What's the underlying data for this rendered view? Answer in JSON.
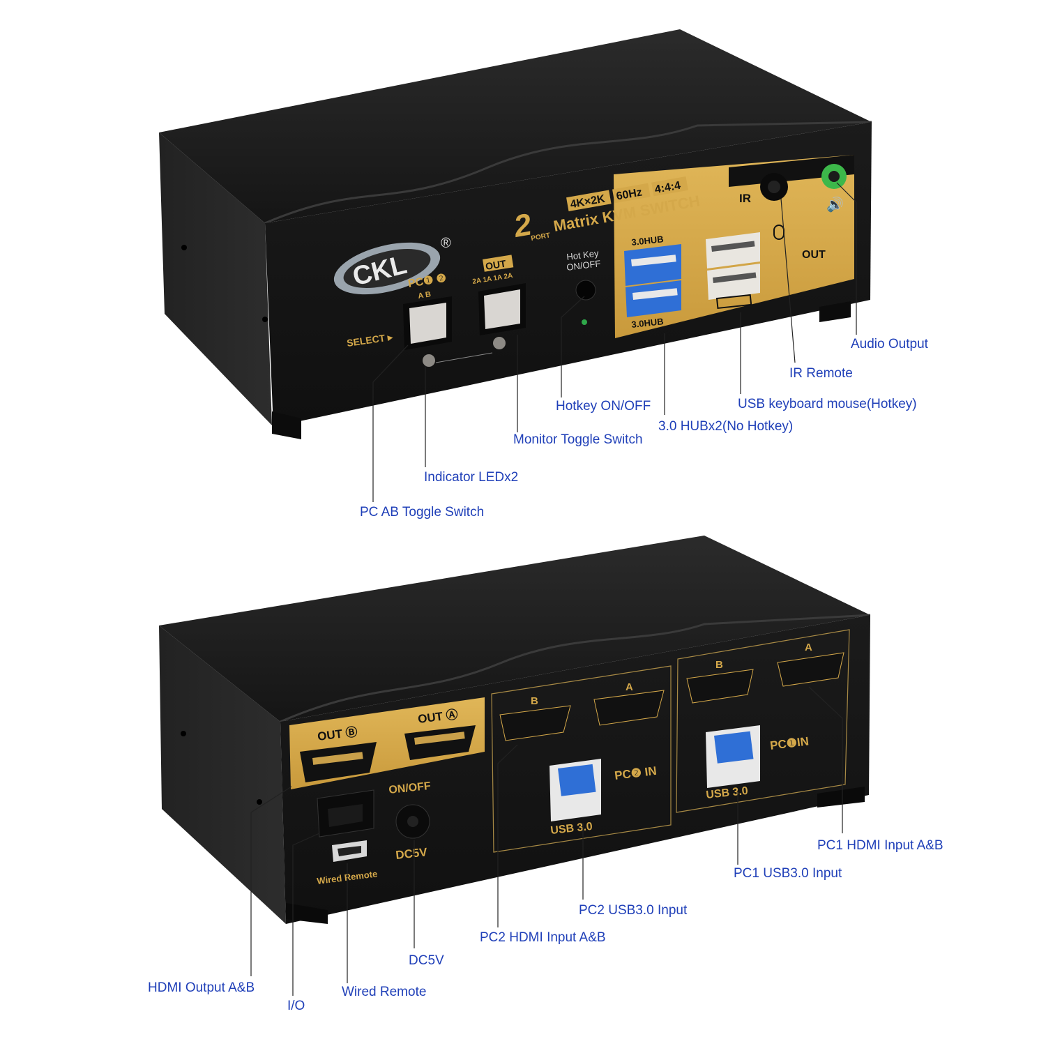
{
  "front": {
    "logo": "CKL",
    "logo_registered": "®",
    "brand_port": "2",
    "brand_port_sub": "PORT",
    "badge_res": "4K×2K",
    "badge_hz": "60Hz",
    "badge_chroma": "4:4:4",
    "product_name": "Matrix KVM SWITCH",
    "pc_label": "PC❶ ❷",
    "pc_ab": "A  B",
    "out_label": "OUT",
    "out_sub": "2A 1A  1A 2A",
    "select_label": "SELECT ▸",
    "hotkey_label_1": "Hot Key",
    "hotkey_label_2": "ON/OFF",
    "hub_top": "3.0HUB",
    "hub_bottom": "3.0HUB",
    "ir_label": "IR",
    "out_panel_label": "OUT",
    "callouts": {
      "audio_output": "Audio Output",
      "ir_remote": "IR Remote",
      "usb_kb_mouse": "USB keyboard mouse(Hotkey)",
      "hub_x2": "3.0 HUBx2(No Hotkey)",
      "hotkey": "Hotkey ON/OFF",
      "monitor_toggle": "Monitor Toggle Switch",
      "indicator": "Indicator LEDx2",
      "pc_ab_toggle": "PC AB Toggle Switch"
    }
  },
  "rear": {
    "out_b": "OUT Ⓑ",
    "out_a": "OUT Ⓐ",
    "on_off": "ON/OFF",
    "dc5v": "DC5V",
    "wired_remote": "Wired Remote",
    "pc2_in": "PC❷ IN",
    "pc1_in": "PC❶IN",
    "usb30_left": "USB 3.0",
    "usb30_right": "USB 3.0",
    "port_b": "B",
    "port_a": "A",
    "callouts": {
      "pc1_hdmi": "PC1 HDMI Input A&B",
      "pc1_usb": "PC1 USB3.0 Input",
      "pc2_usb": "PC2 USB3.0 Input",
      "pc2_hdmi": "PC2 HDMI Input A&B",
      "dc5v": "DC5V",
      "hdmi_out": "HDMI Output A&B",
      "wired_remote": "Wired Remote",
      "io": "I/O"
    }
  },
  "colors": {
    "callout_blue": "#1f3fb8",
    "gold": "#d4a84a",
    "body": "#1e1e1e",
    "usb_blue": "#2f6fd6",
    "audio_green": "#3db84a"
  }
}
